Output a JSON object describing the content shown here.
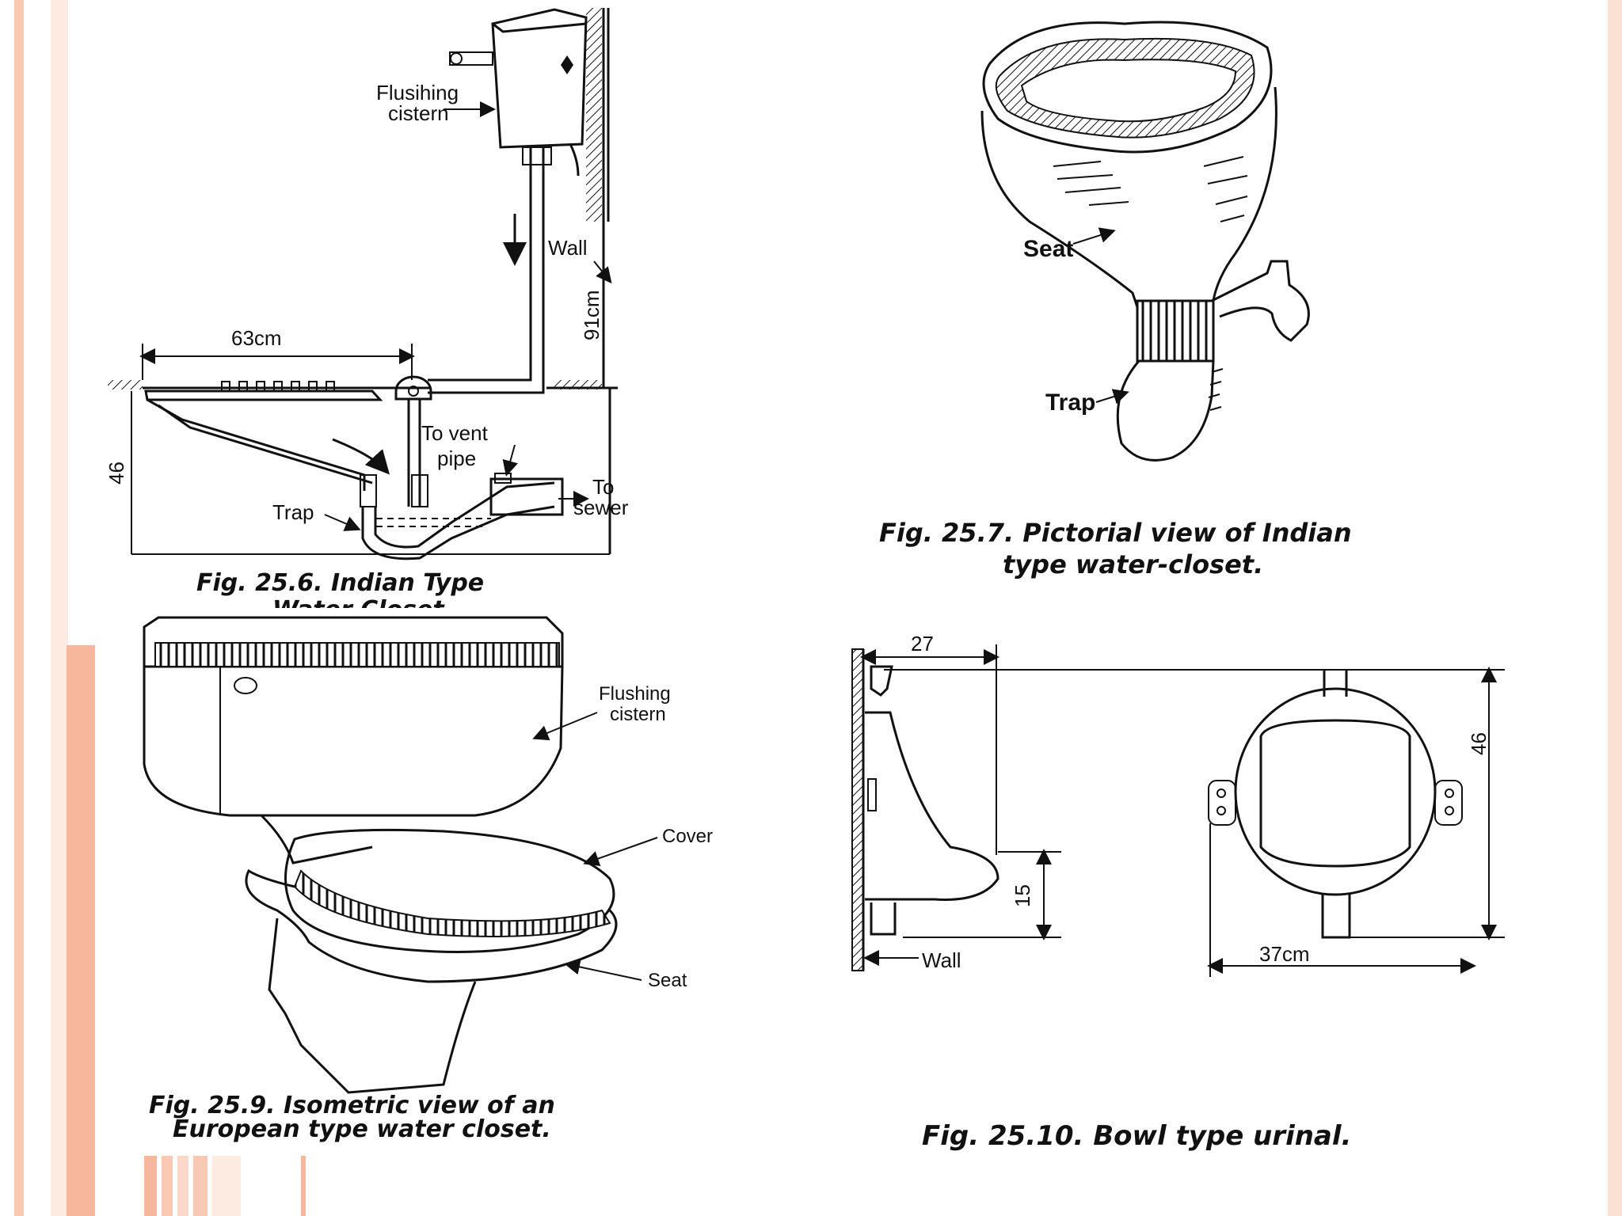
{
  "accent": {
    "slide_bar": "#f9c9b4",
    "slide_bar_deep": "#f6b79c"
  },
  "fig_25_6": {
    "caption": "Fig. 25.6. Indian Type",
    "caption_cut": "Water Closet",
    "label_cistern_1": "Flusihing",
    "label_cistern_2": "cistern",
    "label_wall": "Wall",
    "dim_height": "91cm",
    "dim_width": "63cm",
    "dim_depth": "46",
    "label_vent_1": "To vent",
    "label_vent_2": "pipe",
    "label_sewer_1": "To",
    "label_sewer_2": "sewer",
    "label_trap": "Trap"
  },
  "fig_25_7": {
    "caption_1": "Fig. 25.7. Pictorial view of Indian",
    "caption_2": "type water-closet.",
    "label_seat": "Seat",
    "label_trap": "Trap"
  },
  "fig_25_9": {
    "caption_1": "Fig. 25.9. Isometric view of an",
    "caption_2": "European type water closet.",
    "label_cistern_1": "Flushing",
    "label_cistern_2": "cistern",
    "label_cover": "Cover",
    "label_seat": "Seat"
  },
  "fig_25_10": {
    "caption": "Fig. 25.10. Bowl type urinal.",
    "dim_depth": "27",
    "dim_height": "46",
    "dim_lip": "15",
    "dim_width": "37cm",
    "label_wall": "Wall"
  }
}
